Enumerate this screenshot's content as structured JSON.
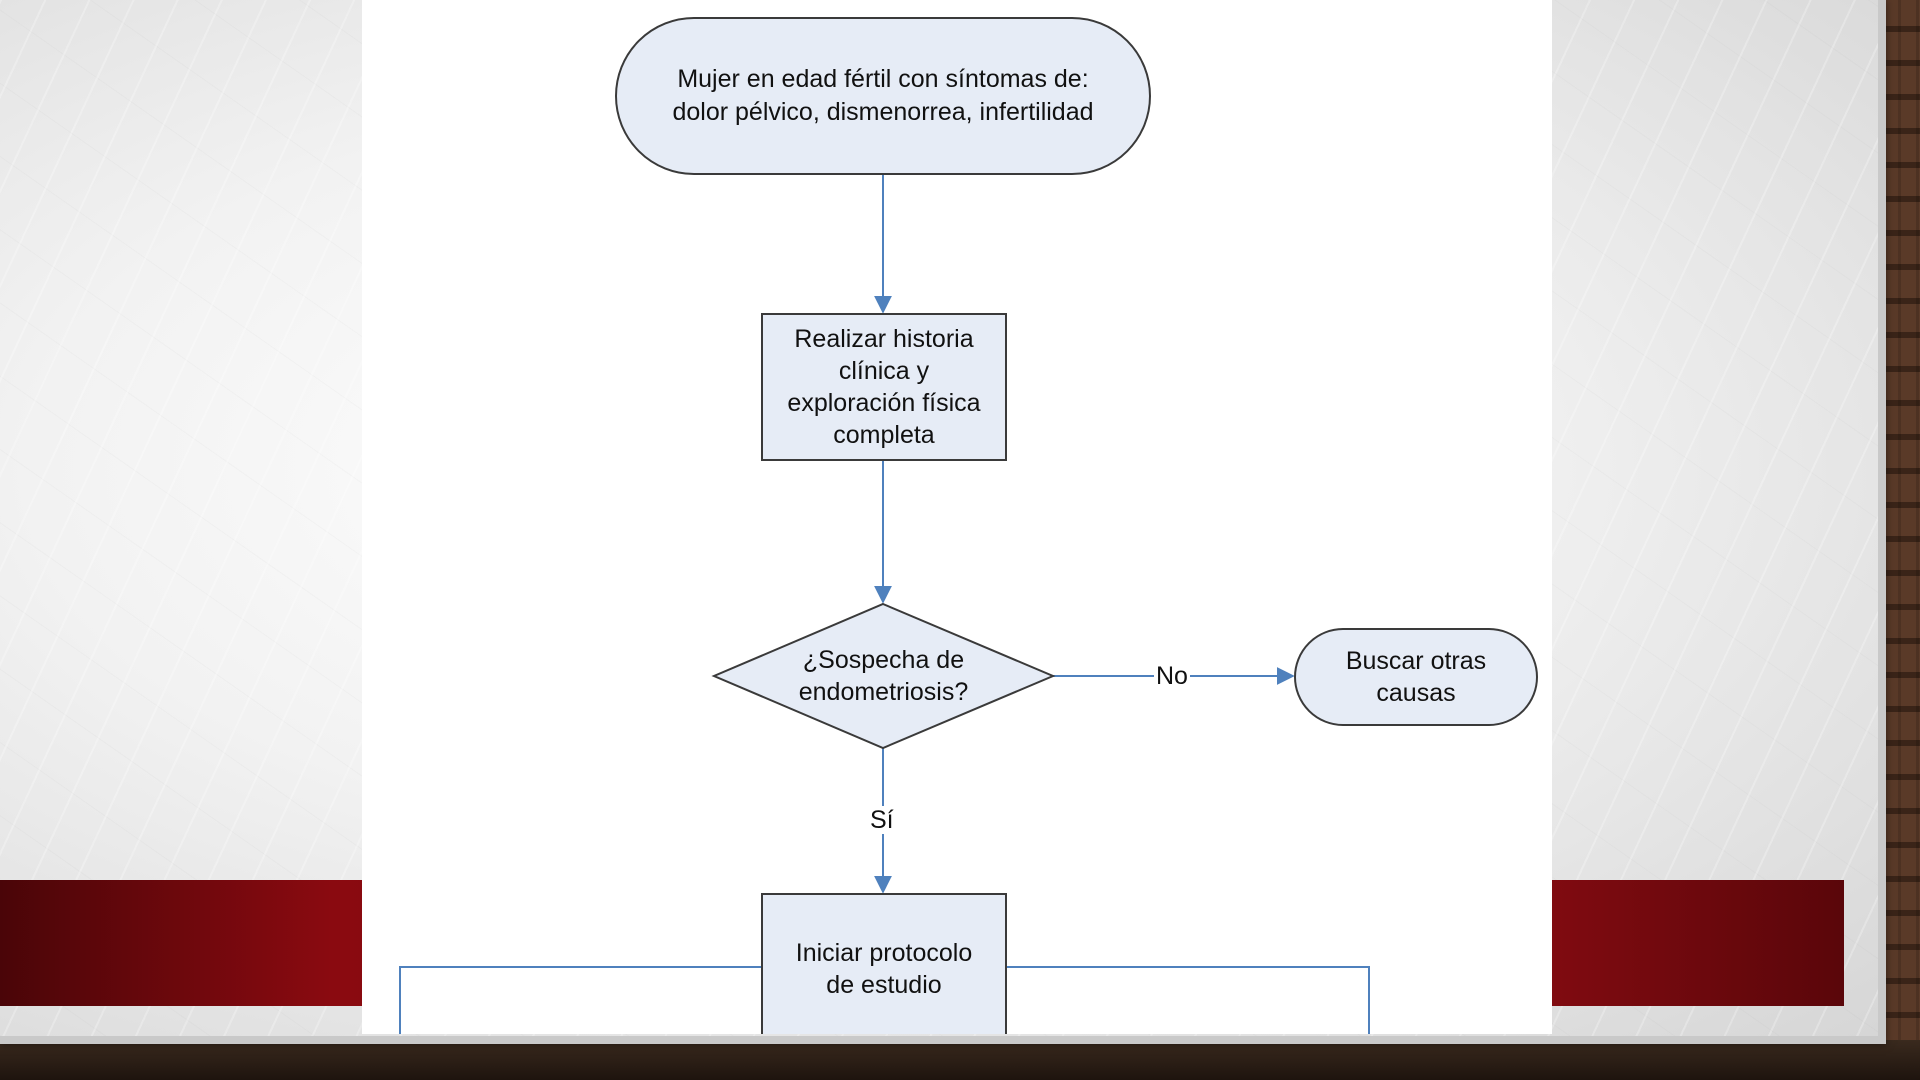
{
  "colors": {
    "node_fill": "#e6ecf6",
    "node_stroke": "#3a3a3a",
    "edge": "#4f81bd",
    "band": "#8a0a10"
  },
  "diagram": {
    "start": {
      "text": "Mujer en edad fértil con síntomas de:\ndolor pélvico, dismenorrea, infertilidad",
      "shape": "terminator"
    },
    "step1": {
      "text": "Realizar historia\nclínica y\nexploración  física\ncompleta",
      "shape": "process"
    },
    "decision": {
      "text": "¿Sospecha de\nendometriosis?",
      "shape": "decision"
    },
    "alt": {
      "text": "Buscar otras\ncausas",
      "shape": "terminator"
    },
    "step2": {
      "text": "Iniciar protocolo\nde estudio",
      "shape": "process"
    },
    "edges": {
      "no_label": "No",
      "yes_label": "Sí"
    }
  }
}
